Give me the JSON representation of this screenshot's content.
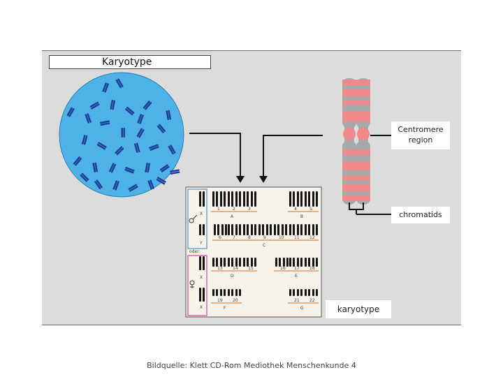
{
  "title": "Karyotype",
  "labels": {
    "centromere": "Centromere region",
    "chromatids": "chromatids",
    "karyotype": "karyotype"
  },
  "footer": "Bildquelle: Klett CD-Rom Mediothek Menschenkunde 4",
  "karyogram": {
    "sex_male": "X",
    "sex_y": "Y",
    "oder": "oder:",
    "group_a": {
      "letter": "A",
      "numbers": [
        "1",
        "2",
        "3"
      ]
    },
    "group_b": {
      "letter": "B",
      "numbers": [
        "4",
        "5"
      ]
    },
    "group_c": {
      "letter": "C",
      "numbers": [
        "6",
        "7",
        "8",
        "9",
        "10",
        "11",
        "12"
      ]
    },
    "group_d": {
      "letter": "D",
      "numbers": [
        "13",
        "14",
        "15"
      ]
    },
    "group_e": {
      "letter": "E",
      "numbers": [
        "16",
        "17",
        "18"
      ]
    },
    "group_f": {
      "letter": "F",
      "numbers": [
        "19",
        "20"
      ]
    },
    "group_g": {
      "letter": "G",
      "numbers": [
        "21",
        "22"
      ]
    }
  },
  "colors": {
    "panel": "#dcdcdc",
    "micrograph_bg": "#4fb2e6",
    "chromosome_blue": "#1d3f9a",
    "chromatid_grey": "#a9a9a9",
    "chromatid_band": "#f08a8a",
    "karyogram_orange": "#e89a5a"
  }
}
